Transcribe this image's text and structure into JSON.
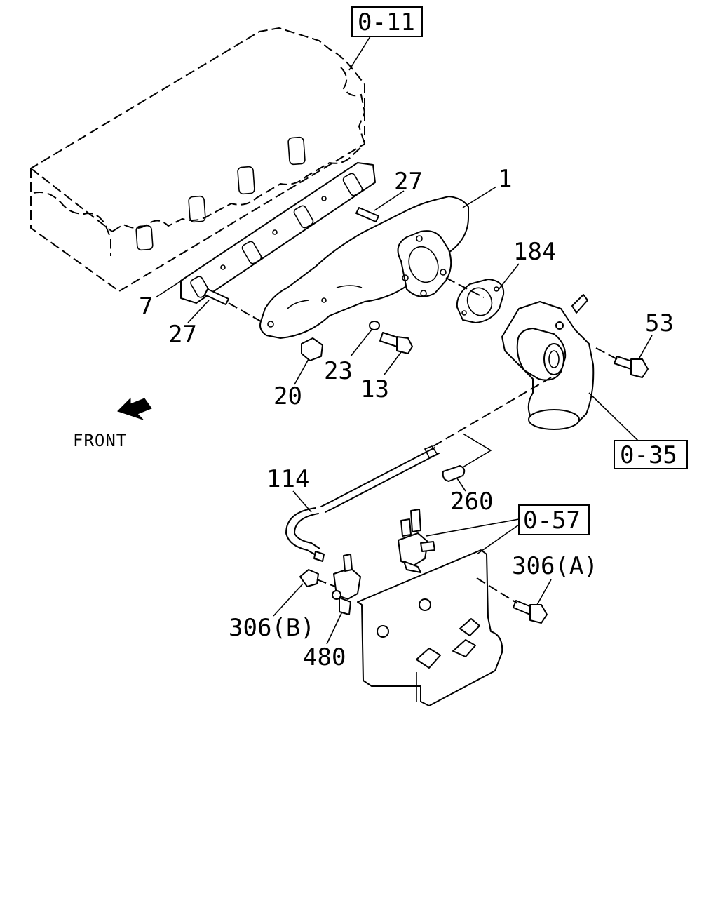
{
  "diagram": {
    "ref_boxes": {
      "top": "0-11",
      "right": "0-35",
      "bottom": "0-57"
    },
    "callouts": {
      "p1": "1",
      "p7": "7",
      "p13": "13",
      "p20": "20",
      "p23": "23",
      "p27_top": "27",
      "p27_left": "27",
      "p53": "53",
      "p114": "114",
      "p184": "184",
      "p260": "260",
      "p306a": "306(A)",
      "p306b": "306(B)",
      "p480": "480"
    },
    "front_label": "FRONT"
  }
}
